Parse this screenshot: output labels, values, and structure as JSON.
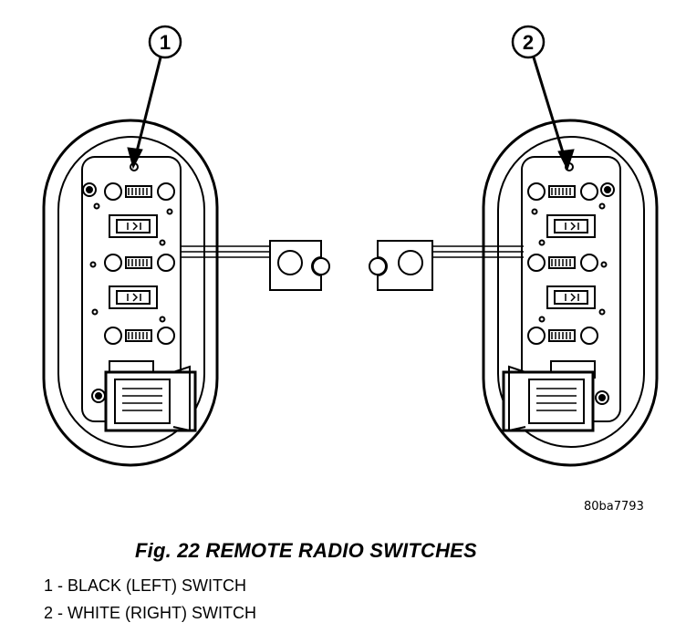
{
  "callouts": [
    "1",
    "2"
  ],
  "drawing_code": "80ba7793",
  "caption": "Fig. 22 REMOTE RADIO SWITCHES",
  "legend": [
    {
      "number": "1",
      "text": "1 - BLACK (LEFT) SWITCH"
    },
    {
      "number": "2",
      "text": "2 - WHITE (RIGHT) SWITCH"
    }
  ]
}
